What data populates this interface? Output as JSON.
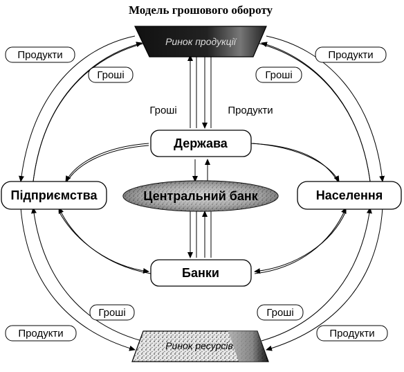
{
  "title": "Модель грошового обороту",
  "nodes": {
    "market_top": "Ринок продукції",
    "state": "Держава",
    "central_bank": "Центральний банк",
    "enterprises": "Підприємства",
    "population": "Населення",
    "banks": "Банки",
    "market_bottom": "Ринок ресурсів"
  },
  "flow_labels": {
    "products_top_left": "Продукти",
    "money_top_left": "Гроші",
    "products_top_right": "Продукти",
    "money_top_right": "Гроші",
    "money_to_state": "Гроші",
    "products_from_state": "Продукти",
    "money_bottom_left": "Гроші",
    "products_bottom_left": "Продукти",
    "money_bottom_right": "Гроші",
    "products_bottom_right": "Продукти"
  }
}
